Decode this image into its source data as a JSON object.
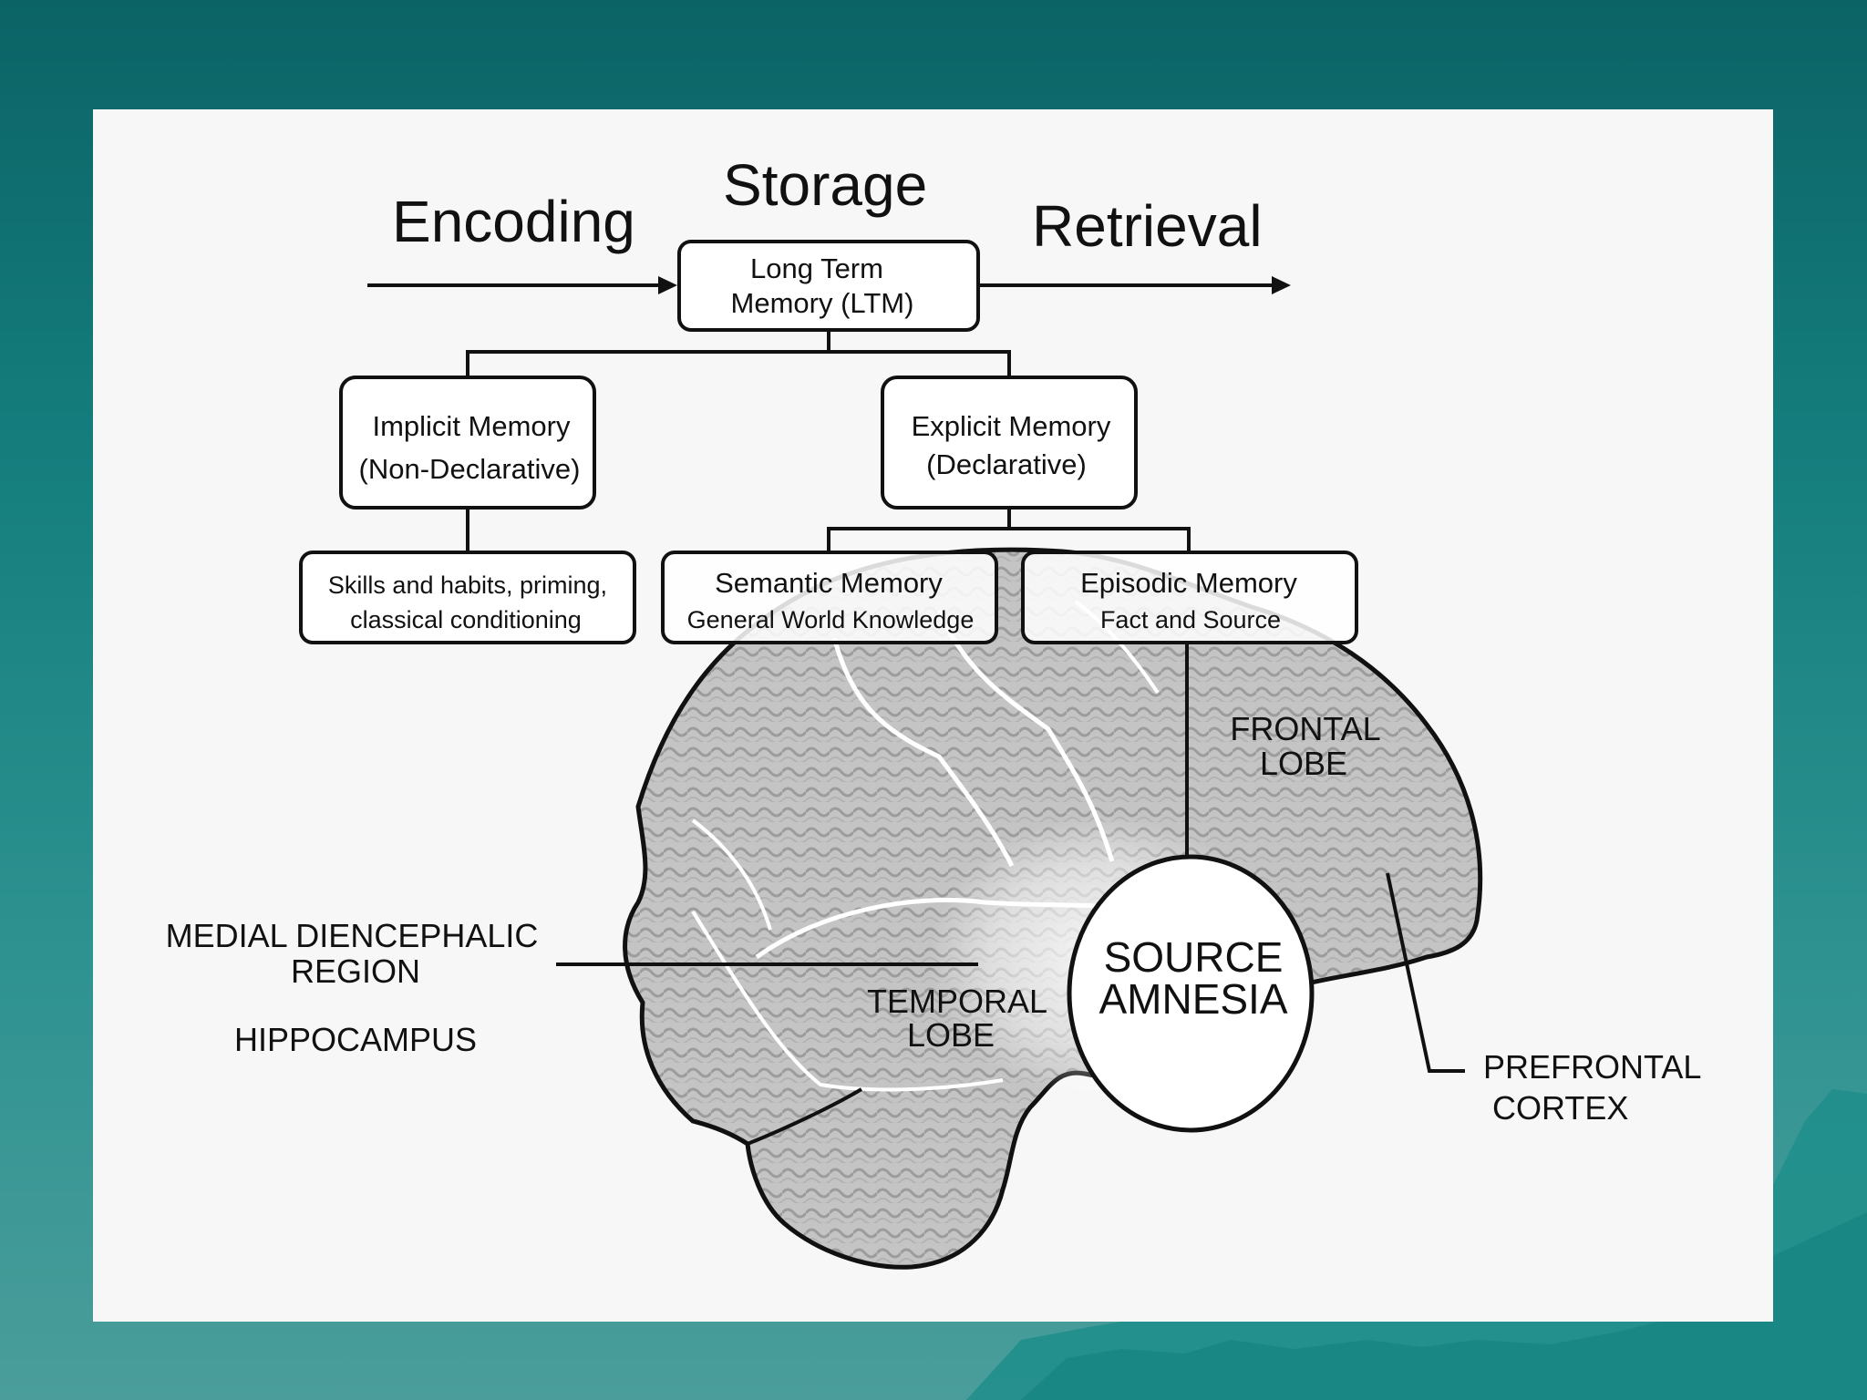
{
  "colors": {
    "slide_background": "#16807f",
    "panel_background": "#f7f7f8",
    "brain_fill": "#c9c9c9",
    "ink": "#111111"
  },
  "stages": {
    "encoding": "Encoding",
    "storage": "Storage",
    "retrieval": "Retrieval"
  },
  "ltm": {
    "line1": "Long Term",
    "line2": "Memory (LTM)"
  },
  "implicit": {
    "line1": "Implicit Memory",
    "line2": "(Non-Declarative)"
  },
  "explicit": {
    "line1": "Explicit Memory",
    "line2": "(Declarative)"
  },
  "skills": {
    "line1": "Skills and habits, priming,",
    "line2": "classical conditioning"
  },
  "semantic": {
    "line1": "Semantic Memory",
    "line2": "General World Knowledge"
  },
  "episodic": {
    "line1": "Episodic Memory",
    "line2": "Fact and Source"
  },
  "brain_labels": {
    "frontal_1": "FRONTAL",
    "frontal_2": "LOBE",
    "temporal_1": "TEMPORAL",
    "temporal_2": "LOBE",
    "medial_1": "MEDIAL DIENCEPHALIC",
    "medial_2": "REGION",
    "hippocampus": "HIPPOCAMPUS",
    "prefrontal_1": "PREFRONTAL",
    "prefrontal_2": "CORTEX",
    "source_1": "SOURCE",
    "source_2": "AMNESIA"
  }
}
